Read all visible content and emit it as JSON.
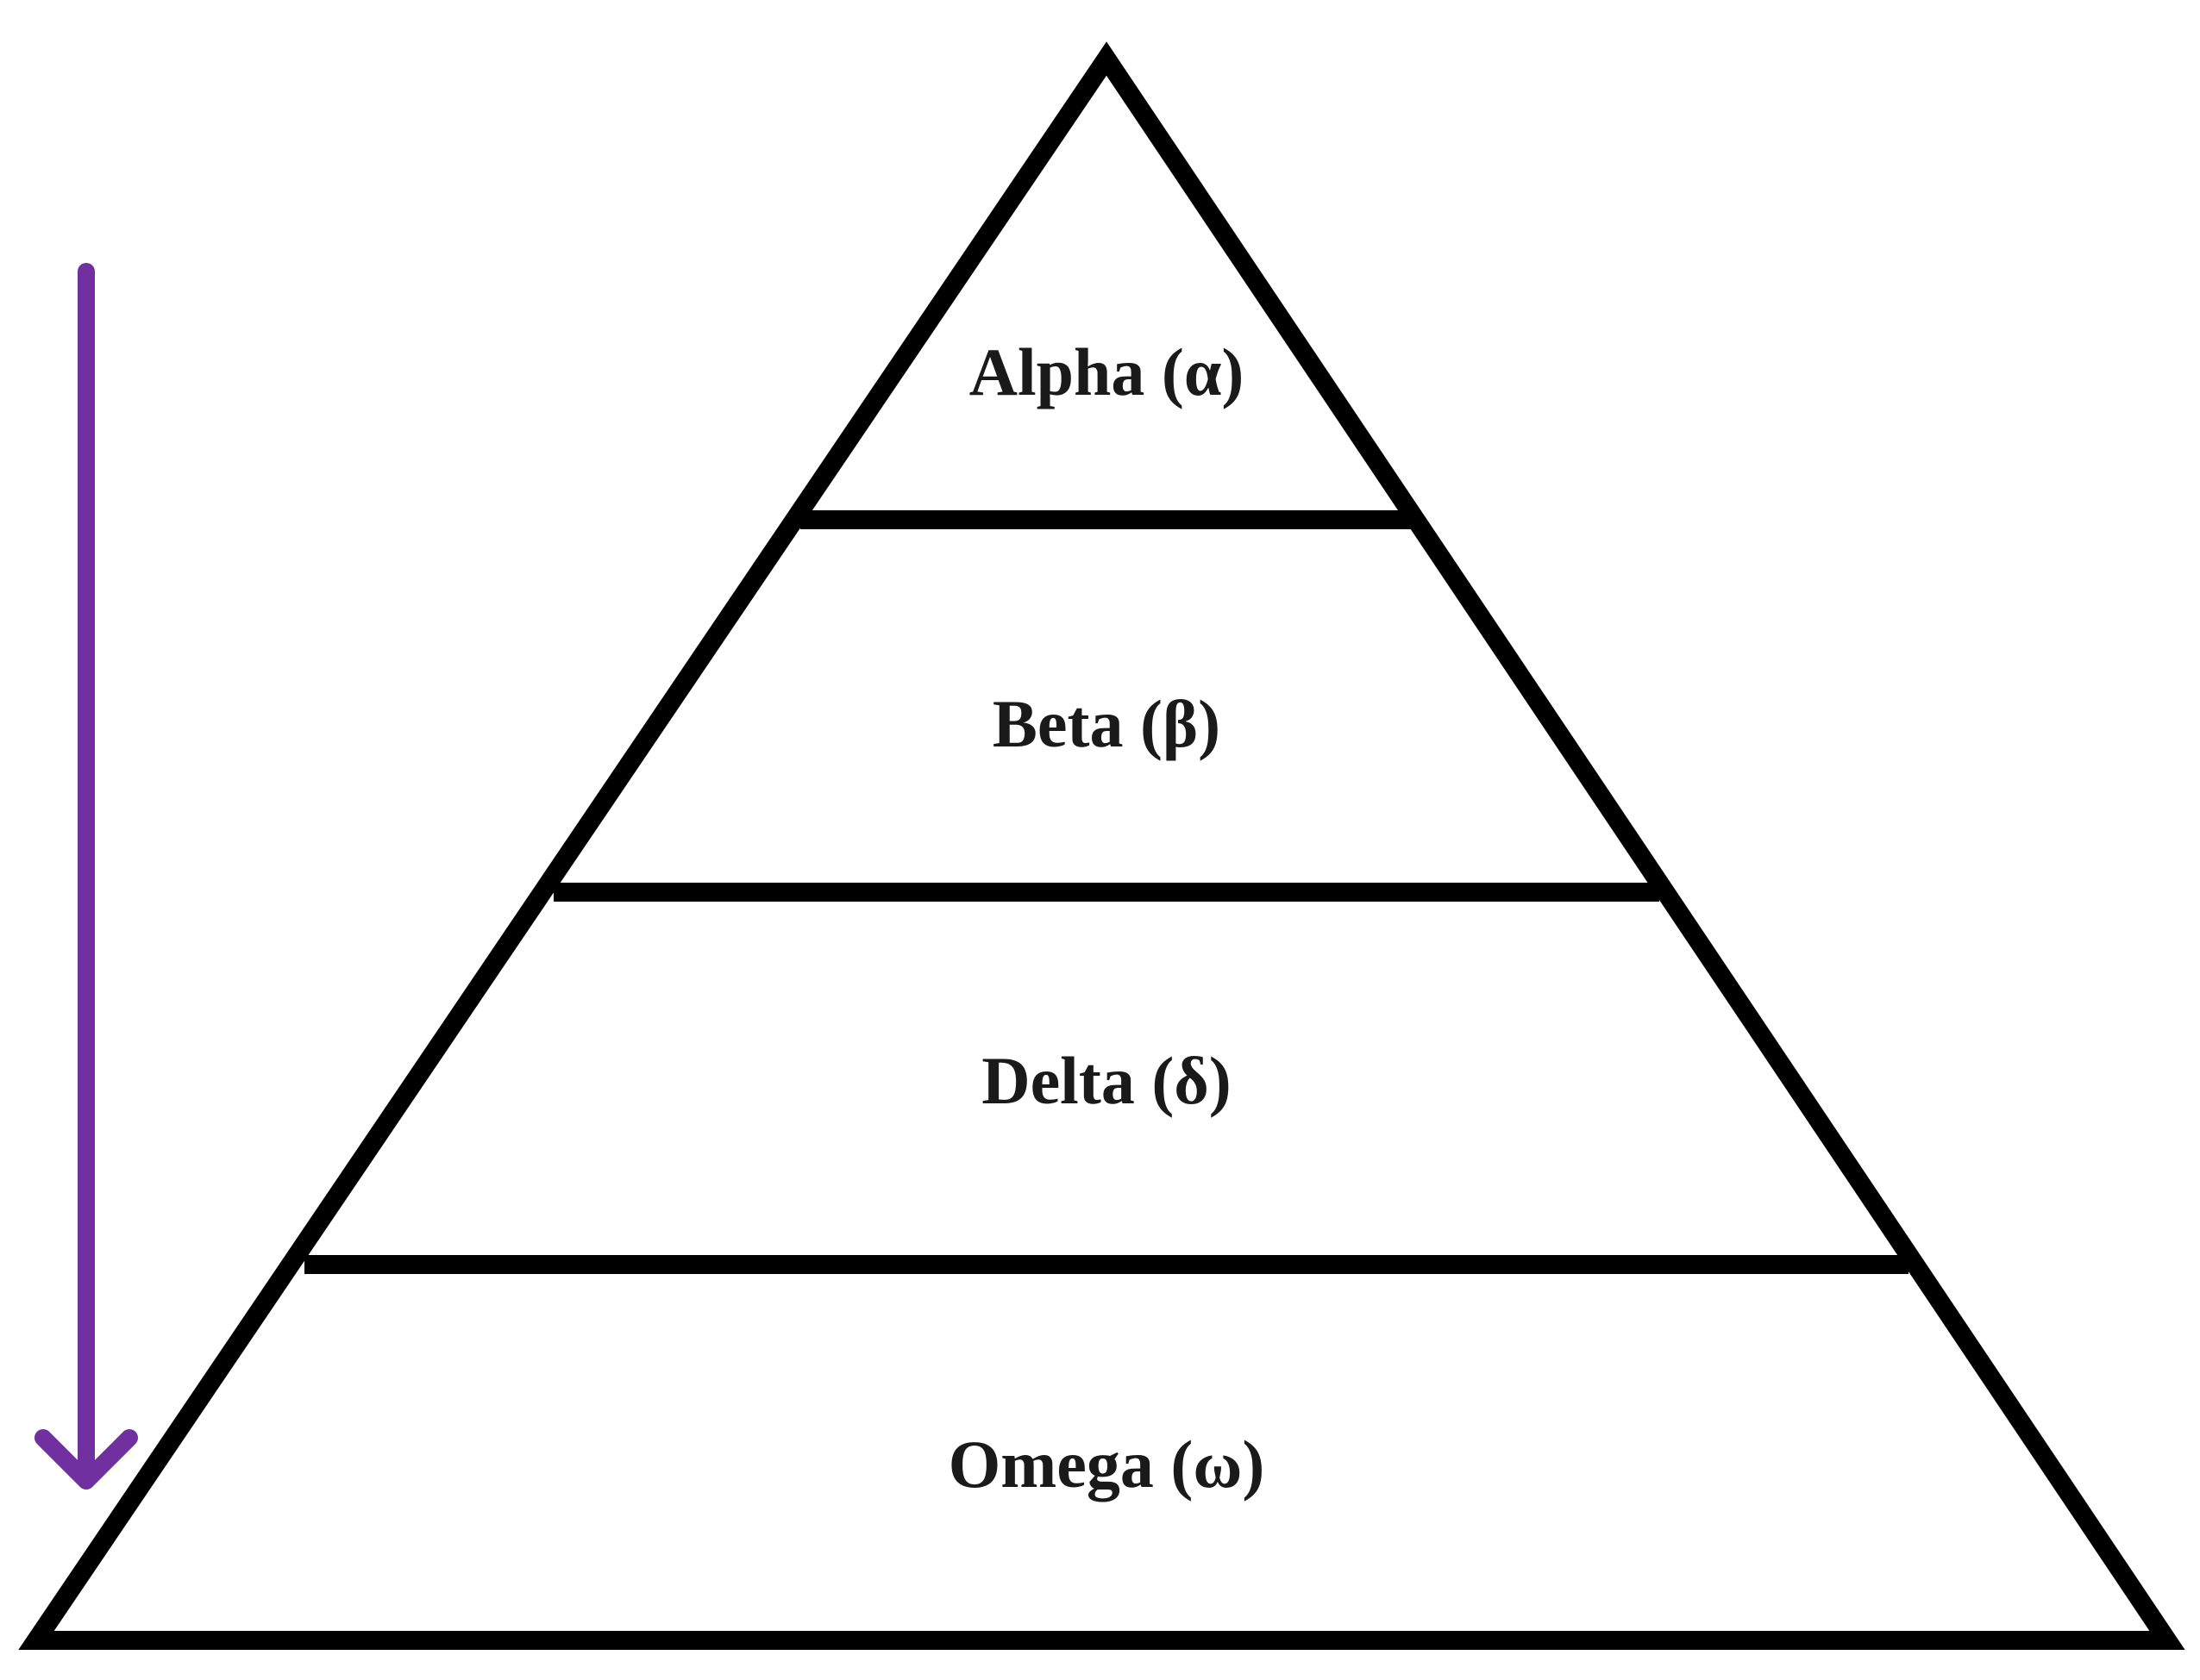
{
  "diagram": {
    "tiers": [
      {
        "label": "Alpha (α)"
      },
      {
        "label": "Beta (β)"
      },
      {
        "label": "Delta (δ)"
      },
      {
        "label": "Omega (ω)"
      }
    ],
    "arrow_direction": "down",
    "colors": {
      "arrow": "#7030a0",
      "outline": "#000000",
      "text": "#1a1a1a",
      "background": "#ffffff"
    }
  }
}
